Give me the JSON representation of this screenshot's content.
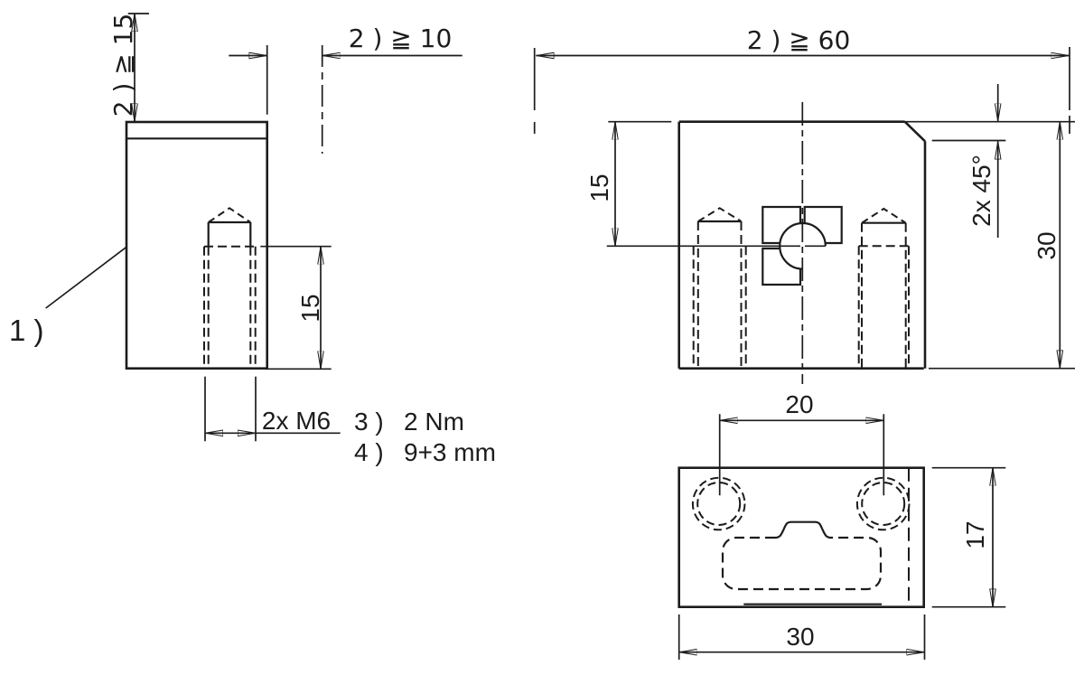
{
  "labels": {
    "callout_1": "1 )",
    "clearance_top": "2 )  ≧ 15",
    "clearance_side": "2 )  ≧ 10",
    "clearance_front": "2 )  ≧ 60",
    "thread_depth_side": "15",
    "stud_height_front": "15",
    "body_height": "30",
    "chamfer": "2x 45°",
    "thread_size": "2x M6",
    "hole_spacing": "20",
    "body_depth": "17",
    "body_width": "30",
    "note_torque_label": "3 )",
    "note_torque_value": "2 Nm",
    "note_stroke_label": "4 )",
    "note_stroke_value": "9+3 mm"
  },
  "colors": {
    "ink": "#1c1c1c",
    "background": "#ffffff"
  }
}
